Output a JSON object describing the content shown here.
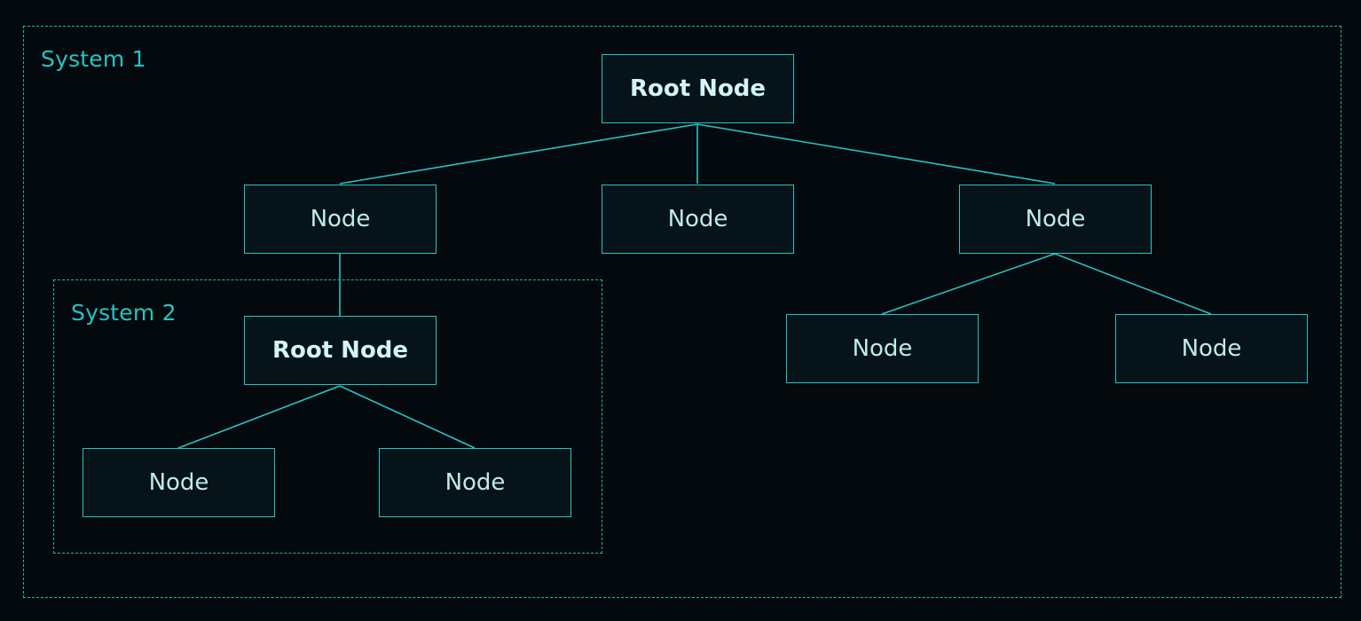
{
  "diagram": {
    "groups": {
      "system1": {
        "label": "System 1"
      },
      "system2": {
        "label": "System 2"
      }
    },
    "nodes": {
      "root1": "Root Node",
      "s1_left": "Node",
      "s1_center": "Node",
      "s1_right": "Node",
      "s1_right_left": "Node",
      "s1_right_right": "Node",
      "root2": "Root Node",
      "s2_left": "Node",
      "s2_right": "Node"
    },
    "colors": {
      "background": "#03090c",
      "accent": "#23c4c8",
      "node_fill": "#061419",
      "node_text": "#bfe9ef"
    }
  }
}
